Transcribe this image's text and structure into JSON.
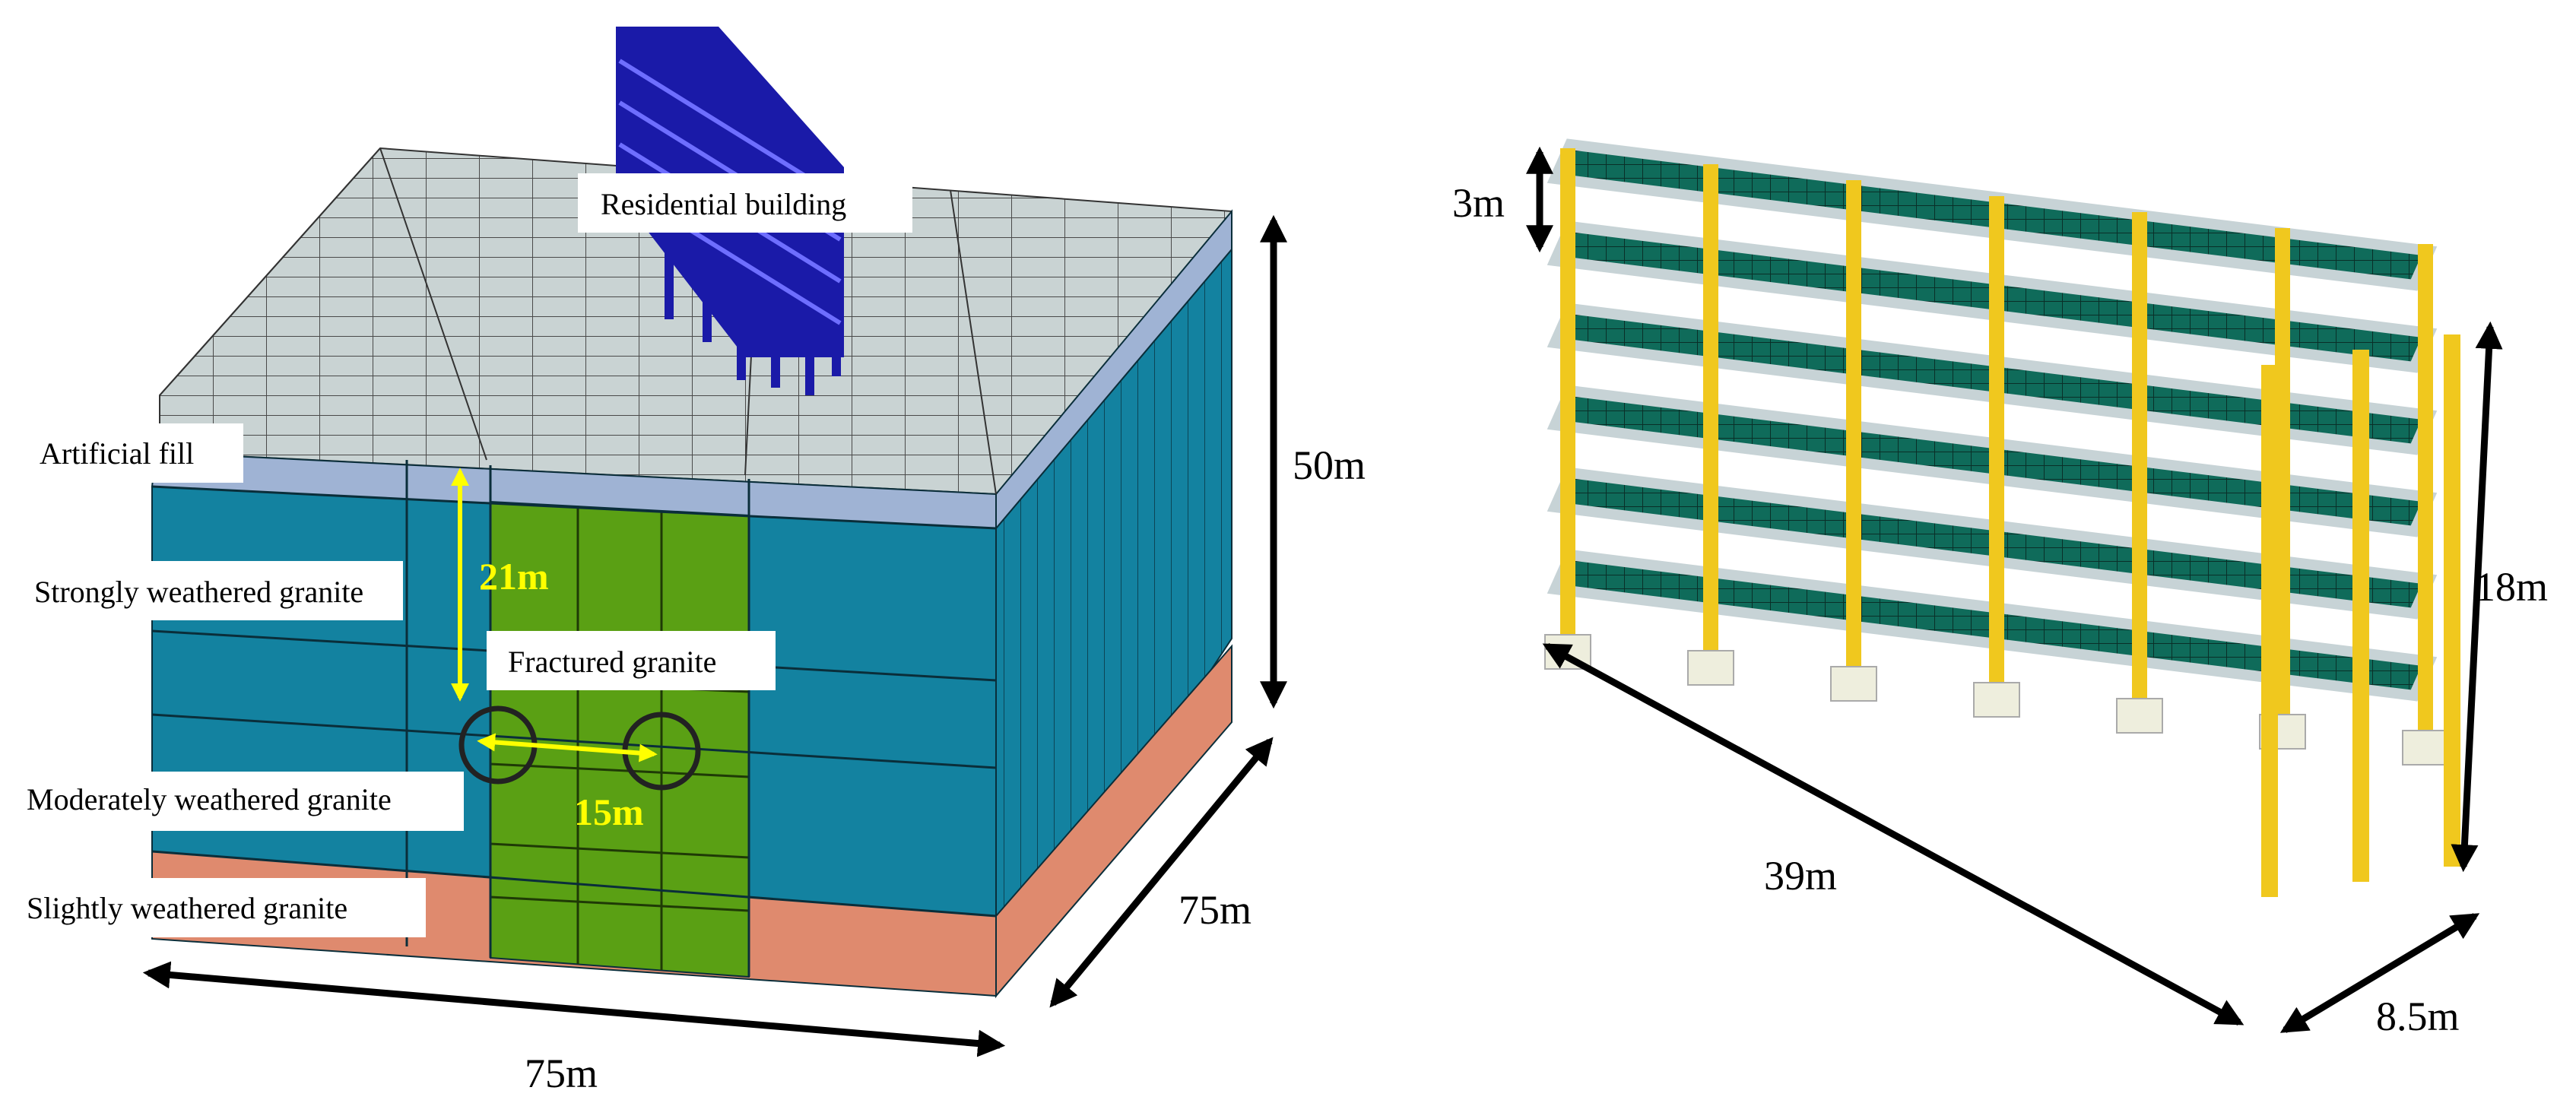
{
  "left_model": {
    "building_label": "Residential building",
    "layers": [
      {
        "key": "artificial_fill",
        "label": "Artificial fill",
        "color": "#9fb3d4"
      },
      {
        "key": "strongly",
        "label": "Strongly weathered granite",
        "color": "#1382a0"
      },
      {
        "key": "fractured",
        "label": "Fractured granite",
        "color": "#5aa014"
      },
      {
        "key": "moderately",
        "label": "Moderately weathered granite",
        "color": "#1382a0"
      },
      {
        "key": "slightly",
        "label": "Slightly weathered granite",
        "color": "#df8a6e"
      }
    ],
    "top_surface_color": "#c9d3d3",
    "building_color": "#1a1aa8",
    "dimensions": {
      "width": "75m",
      "depth": "75m",
      "height": "50m",
      "tunnel_depth": "21m",
      "tunnel_spacing": "15m"
    }
  },
  "right_model": {
    "column_color": "#f0c81e",
    "slab_color": "#0f6b5a",
    "beam_color": "#c7d3d6",
    "dimensions": {
      "storey": "3m",
      "height": "18m",
      "length": "39m",
      "width": "8.5m"
    }
  }
}
